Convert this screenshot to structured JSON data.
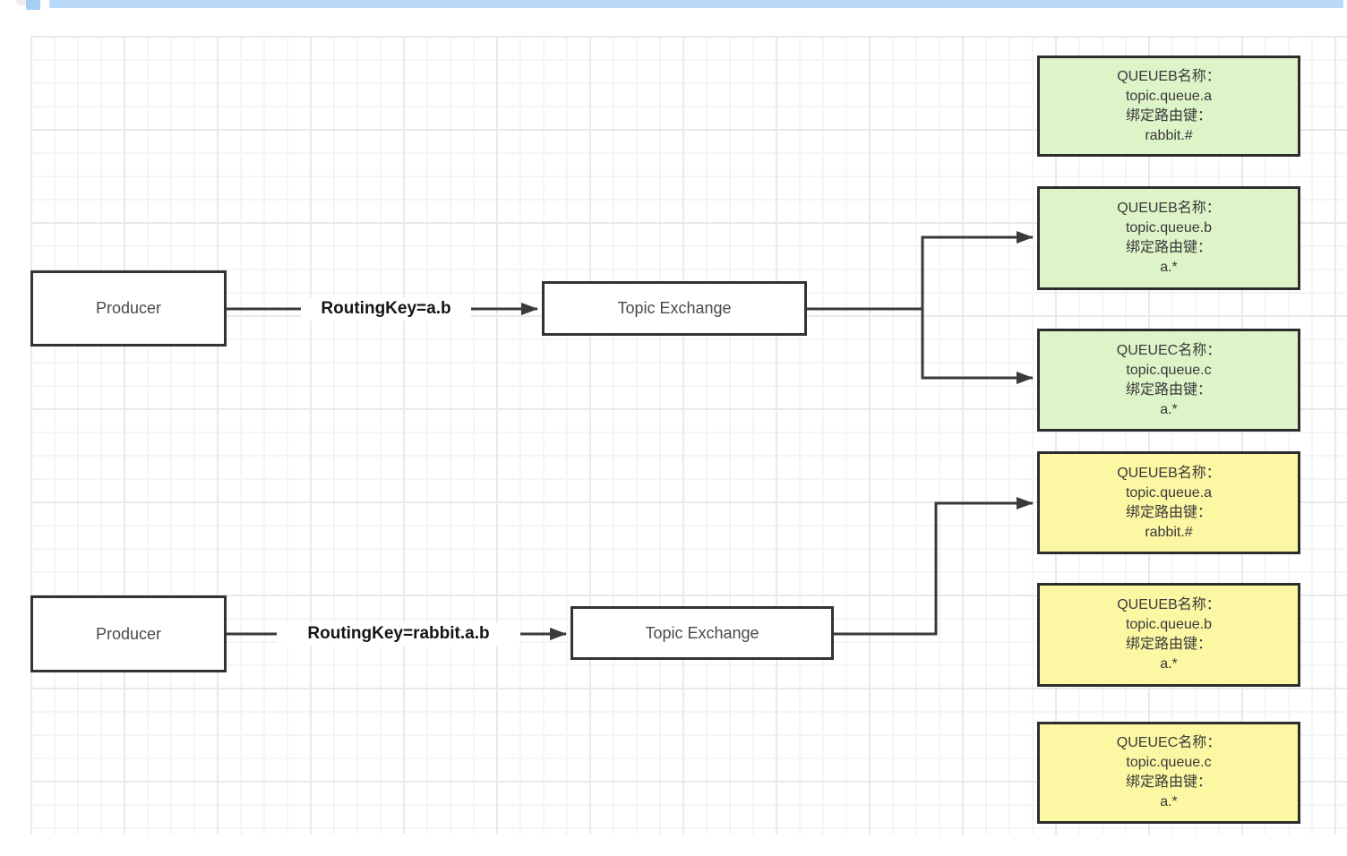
{
  "chrome": {
    "top_bar_color": "#bad9f8",
    "top_tab_color": "#a6cdf4"
  },
  "diagram": {
    "rows": [
      {
        "producer": "Producer",
        "routing_key": "RoutingKey=a.b",
        "exchange": "Topic Exchange"
      },
      {
        "producer": "Producer",
        "routing_key": "RoutingKey=rabbit.a.b",
        "exchange": "Topic Exchange"
      }
    ],
    "queues": [
      {
        "title": "QUEUEB名称：",
        "name": "topic.queue.a",
        "binding_title": "绑定路由键：",
        "binding": "rabbit.#",
        "fill": "#ddf3c8"
      },
      {
        "title": "QUEUEB名称：",
        "name": "topic.queue.b",
        "binding_title": "绑定路由键：",
        "binding": "a.*",
        "fill": "#ddf3c8"
      },
      {
        "title": "QUEUEC名称：",
        "name": "topic.queue.c",
        "binding_title": "绑定路由键：",
        "binding": "a.*",
        "fill": "#ddf3c8"
      },
      {
        "title": "QUEUEB名称：",
        "name": "topic.queue.a",
        "binding_title": "绑定路由键：",
        "binding": "rabbit.#",
        "fill": "#fbf7a2"
      },
      {
        "title": "QUEUEB名称：",
        "name": "topic.queue.b",
        "binding_title": "绑定路由键：",
        "binding": "a.*",
        "fill": "#fbf7a2"
      },
      {
        "title": "QUEUEC名称：",
        "name": "topic.queue.c",
        "binding_title": "绑定路由键：",
        "binding": "a.*",
        "fill": "#fbf7a2"
      }
    ],
    "colors": {
      "line": "#3a3a3a",
      "border": "#2d2d2d",
      "green": "#ddf3c8",
      "yellow": "#fbf7a2"
    }
  }
}
